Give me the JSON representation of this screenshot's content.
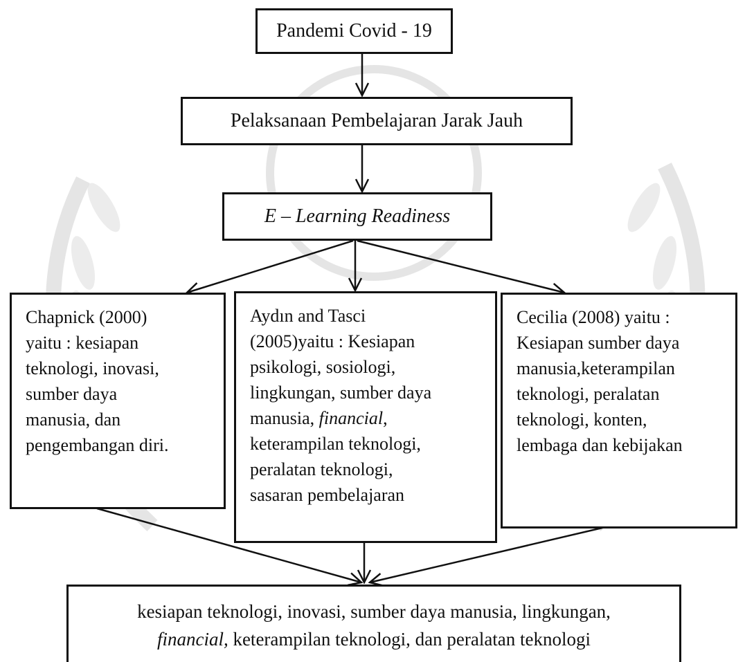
{
  "nodes": {
    "pandemic": {
      "text": "Pandemi Covid - 19"
    },
    "distance_learning": {
      "text": "Pelaksanaan Pembelajaran Jarak Jauh"
    },
    "elearning_readiness": {
      "text": "E – Learning Readiness"
    },
    "chapnick": {
      "lines": [
        "Chapnick (2000)",
        "yaitu : kesiapan",
        "teknologi, inovasi,",
        "sumber daya",
        "manusia, dan",
        "pengembangan diri."
      ]
    },
    "aydin": {
      "lines": [
        "Aydın and Tasci",
        "(2005)yaitu : Kesiapan",
        "psikologi, sosiologi,",
        "lingkungan, sumber daya",
        "manusia, ",
        "financial",
        ",",
        "keterampilan teknologi,",
        "peralatan teknologi,",
        "sasaran pembelajaran"
      ]
    },
    "cecilia": {
      "lines": [
        "Cecilia (2008) yaitu :",
        "Kesiapan sumber daya",
        "manusia,keterampilan",
        "teknologi, peralatan",
        "teknologi, konten,",
        "lembaga dan kebijakan"
      ]
    },
    "conclusion": {
      "line1": "kesiapan teknologi, inovasi, sumber daya manusia, lingkungan,",
      "line2_italic": "financial,",
      "line2_rest": " keterampilan teknologi, dan peralatan teknologi"
    }
  },
  "colors": {
    "stroke": "#111111",
    "watermark": "#cfcfcf"
  }
}
